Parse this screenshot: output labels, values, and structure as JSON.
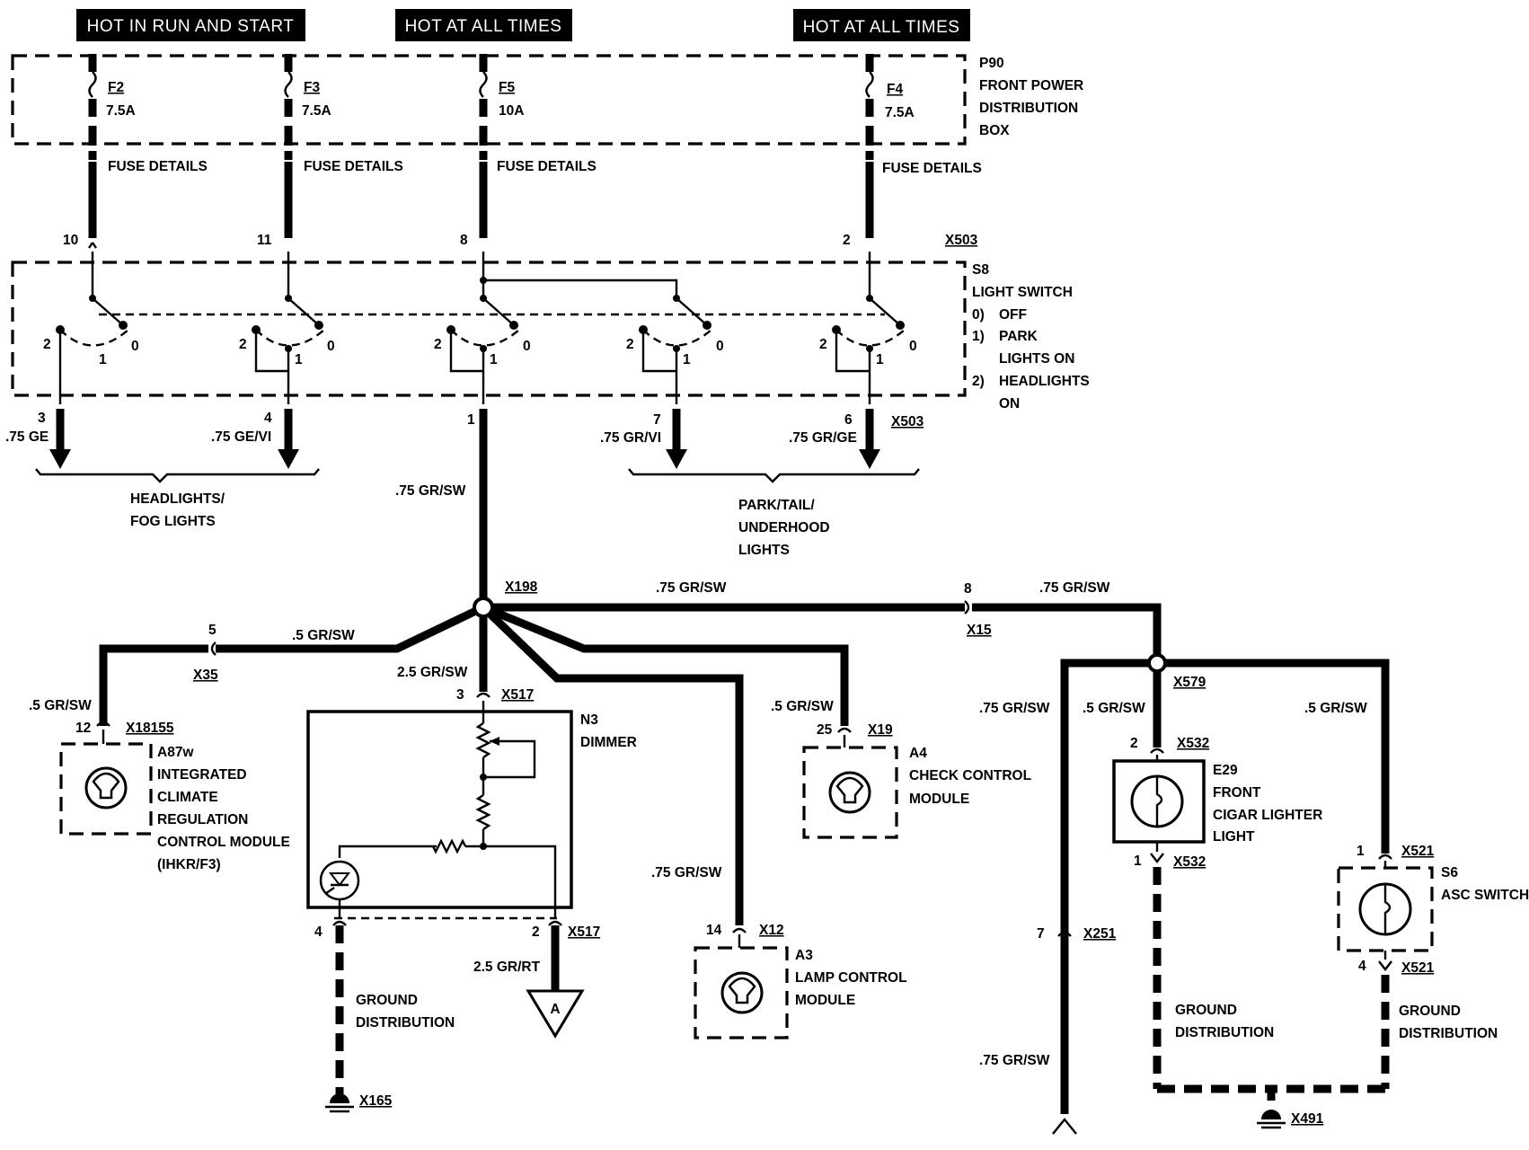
{
  "headers": {
    "left": "HOT IN RUN AND START",
    "mid": "HOT AT ALL TIMES",
    "right": "HOT AT ALL TIMES"
  },
  "p90": {
    "line1": "P90",
    "line2": "FRONT POWER",
    "line3": "DISTRIBUTION",
    "line4": "BOX"
  },
  "fuses": [
    {
      "id": "F2",
      "rating": "7.5A",
      "details": "FUSE DETAILS",
      "pin": "10"
    },
    {
      "id": "F3",
      "rating": "7.5A",
      "details": "FUSE DETAILS",
      "pin": "11"
    },
    {
      "id": "F5",
      "rating": "10A",
      "details": "FUSE DETAILS",
      "pin": "8"
    },
    {
      "id": "F4",
      "rating": "7.5A",
      "details": "FUSE DETAILS",
      "pin": "2"
    }
  ],
  "switch": {
    "connector_top": "X503",
    "id": "S8",
    "name": "LIGHT SWITCH",
    "pos0": "0)",
    "pos0_text": "OFF",
    "pos1": "1)",
    "pos1_text_a": "PARK",
    "pos1_text_b": "LIGHTS ON",
    "pos2": "2)",
    "pos2_text_a": "HEADLIGHTS",
    "pos2_text_b": "ON",
    "contact_2": "2",
    "contact_1": "1",
    "contact_0": "0"
  },
  "outputs": {
    "pin3": "3",
    "wire3": ".75 GE",
    "pin4": "4",
    "wire4": ".75 GE/VI",
    "pin1": "1",
    "pin7": "7",
    "wire7": ".75 GR/VI",
    "pin6": "6",
    "wire6": ".75 GR/GE",
    "connector": "X503",
    "group_left_a": "HEADLIGHTS/",
    "group_left_b": "FOG LIGHTS",
    "group_right_a": "PARK/TAIL/",
    "group_right_b": "UNDERHOOD",
    "group_right_c": "LIGHTS"
  },
  "wires": {
    "main": ".75 GR/SW",
    "x198": "X198",
    "to_x15": ".75 GR/SW",
    "x15_pin": "8",
    "x15": "X15",
    "after_x15": ".75 GR/SW",
    "to_x35": ".5 GR/SW",
    "x35_pin": "5",
    "x35": "X35",
    "dimmer_feed": "2.5 GR/SW"
  },
  "a87w": {
    "wire": ".5 GR/SW",
    "pin": "12",
    "connector": "X18155",
    "id": "A87w",
    "l1": "INTEGRATED",
    "l2": "CLIMATE",
    "l3": "REGULATION",
    "l4": "CONTROL MODULE",
    "l5": "(IHKR/F3)"
  },
  "n3": {
    "pin_in": "3",
    "connector": "X517",
    "id": "N3",
    "name": "DIMMER",
    "pin4": "4",
    "pin2": "2",
    "connector_bottom": "X517",
    "out_wire": "2.5 GR/RT",
    "out_ref": "A",
    "ground_a": "GROUND",
    "ground_b": "DISTRIBUTION",
    "ground_conn": "X165"
  },
  "a3": {
    "wire": ".75 GR/SW",
    "pin": "14",
    "connector": "X12",
    "id": "A3",
    "l1": "LAMP CONTROL",
    "l2": "MODULE"
  },
  "a4": {
    "wire": ".5 GR/SW",
    "pin": "25",
    "connector": "X19",
    "id": "A4",
    "l1": "CHECK CONTROL",
    "l2": "MODULE"
  },
  "right": {
    "x579": "X579",
    "wire_down": ".75 GR/SW",
    "x251_pin": "7",
    "x251": "X251",
    "wire_bottom": ".75 GR/SW",
    "e29_wire": ".5 GR/SW",
    "e29_pin_top": "2",
    "e29_conn_top": "X532",
    "e29_id": "E29",
    "e29_l1": "FRONT",
    "e29_l2": "CIGAR LIGHTER",
    "e29_l3": "LIGHT",
    "e29_pin_bot": "1",
    "e29_conn_bot": "X532",
    "s6_wire": ".5 GR/SW",
    "s6_pin_top": "1",
    "s6_conn_top": "X521",
    "s6_id": "S6",
    "s6_name": "ASC SWITCH",
    "s6_pin_bot": "4",
    "s6_conn_bot": "X521",
    "gd1_a": "GROUND",
    "gd1_b": "DISTRIBUTION",
    "gd2_a": "GROUND",
    "gd2_b": "DISTRIBUTION",
    "ground_conn": "X491"
  }
}
